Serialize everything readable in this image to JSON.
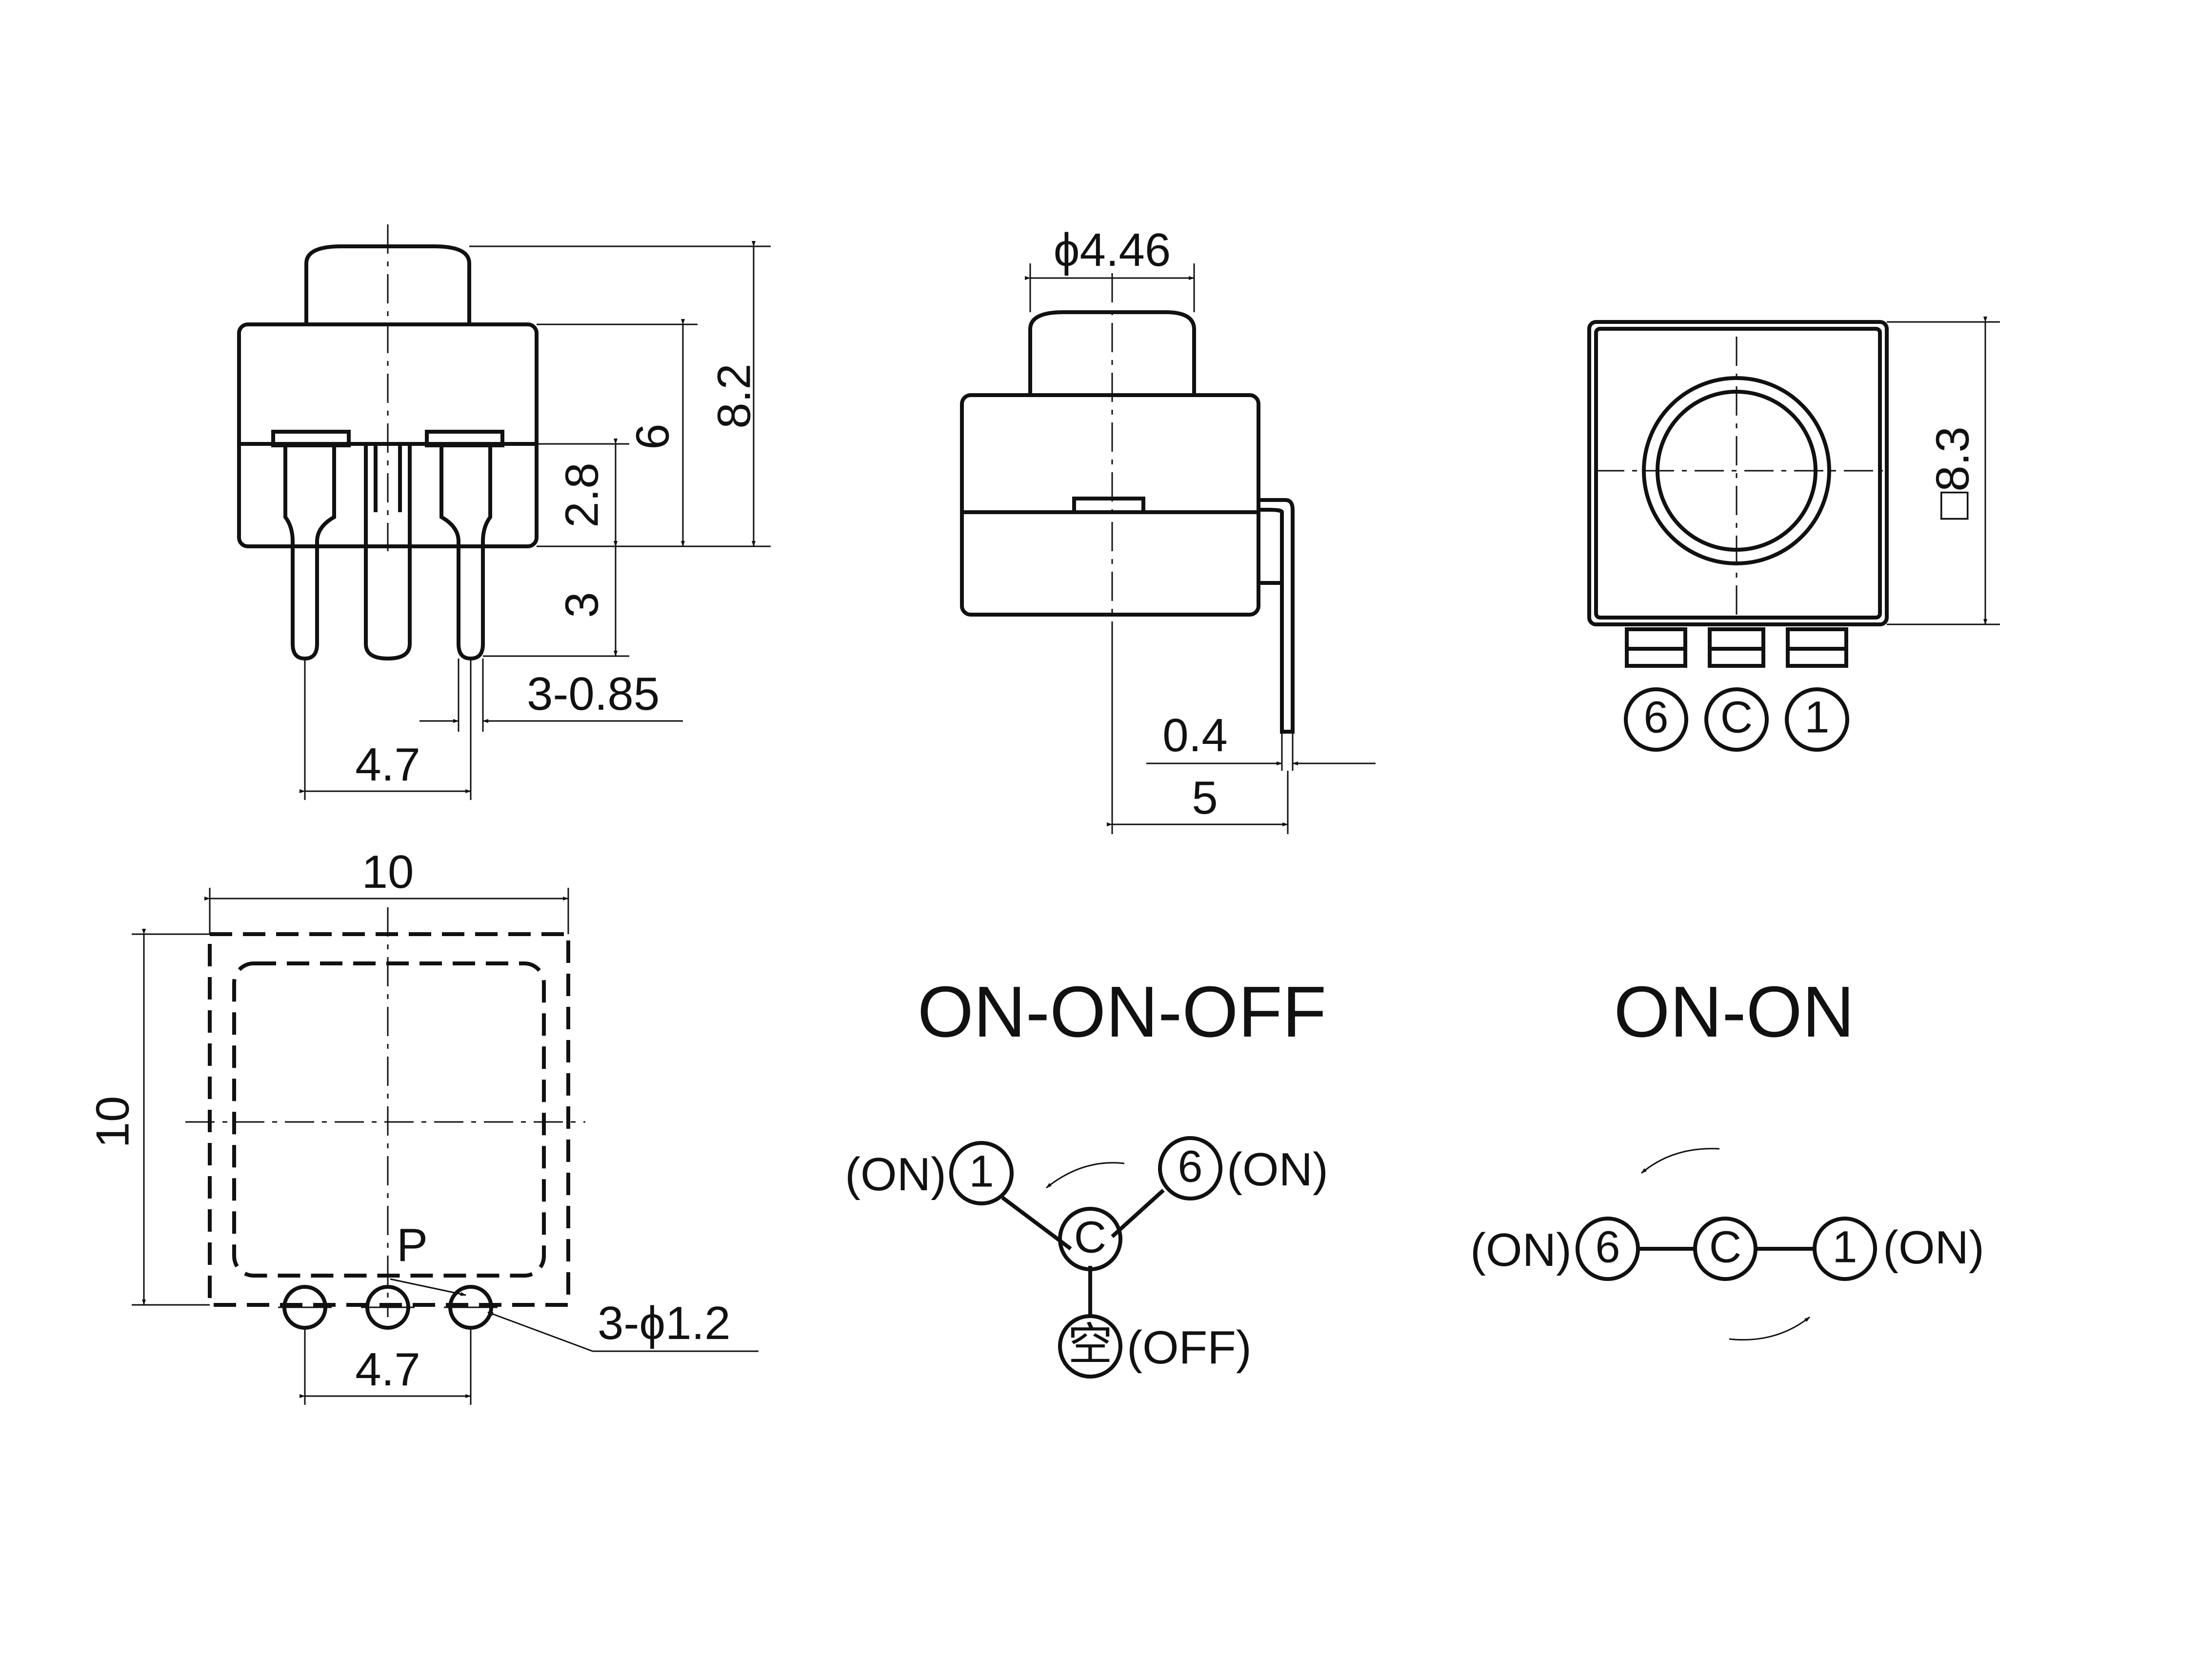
{
  "front_view": {
    "dim_height_total": "8.2",
    "dim_height_body": "6",
    "dim_pin_upper": "2.8",
    "dim_pin_length": "3",
    "dim_pin_width": "3-0.85",
    "dim_pin_pitch": "4.7"
  },
  "side_view": {
    "dim_button_dia": "ϕ4.46",
    "dim_lead_thickness": "0.4",
    "dim_lead_offset": "5"
  },
  "top_view": {
    "dim_body_square": "□8.3",
    "pins": [
      "6",
      "C",
      "1"
    ]
  },
  "footprint": {
    "dim_width": "10",
    "dim_height": "10",
    "pin_label": "P",
    "dim_holes": "3-ϕ1.2",
    "dim_hole_pitch": "4.7"
  },
  "schematic_on_on_off": {
    "title": "ON-ON-OFF",
    "node_1": "1",
    "node_6": "6",
    "node_c": "C",
    "node_off": "空",
    "label_1": "(ON)",
    "label_6": "(ON)",
    "label_off": "(OFF)"
  },
  "schematic_on_on": {
    "title": "ON-ON",
    "node_6": "6",
    "node_c": "C",
    "node_1": "1",
    "label_left": "(ON)",
    "label_right": "(ON)"
  }
}
